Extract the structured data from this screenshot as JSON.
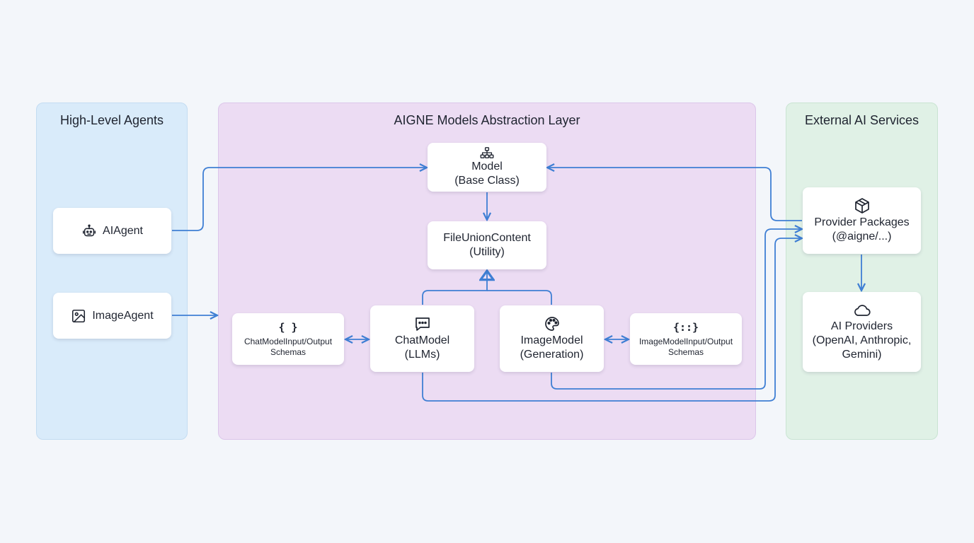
{
  "groups": {
    "agents": {
      "title": "High-Level Agents"
    },
    "models": {
      "title": "AIGNE Models Abstraction Layer"
    },
    "external": {
      "title": "External AI Services"
    }
  },
  "nodes": {
    "aiagent": {
      "label": "AIAgent",
      "icon": "robot-icon"
    },
    "imageagent": {
      "label": "ImageAgent",
      "icon": "image-icon"
    },
    "model": {
      "line1": "Model",
      "line2": "(Base Class)",
      "icon": "hierarchy-icon"
    },
    "fileunion": {
      "line1": "FileUnionContent",
      "line2": "(Utility)"
    },
    "chatschema": {
      "glyph": "{ }",
      "line1": "ChatModelInput/Output",
      "line2": "Schemas",
      "icon": "braces-icon"
    },
    "chatmodel": {
      "line1": "ChatModel",
      "line2": "(LLMs)",
      "icon": "chat-bubble-icon"
    },
    "imagemodel": {
      "line1": "ImageModel",
      "line2": "(Generation)",
      "icon": "palette-icon"
    },
    "imageschema": {
      "glyph": "{::}",
      "line1": "ImageModelInput/Output",
      "line2": "Schemas",
      "icon": "braces-icon"
    },
    "provider": {
      "line1": "Provider Packages",
      "line2": "(@aigne/...)",
      "icon": "package-icon"
    },
    "aiproviders": {
      "line1": "AI Providers",
      "line2": "(OpenAI, Anthropic,",
      "line3": "Gemini)",
      "icon": "cloud-icon"
    }
  },
  "colors": {
    "edge": "#3f7fd4",
    "agents_bg": "#d9ebfa",
    "models_bg": "#ecdcf3",
    "external_bg": "#e0f1e6"
  }
}
